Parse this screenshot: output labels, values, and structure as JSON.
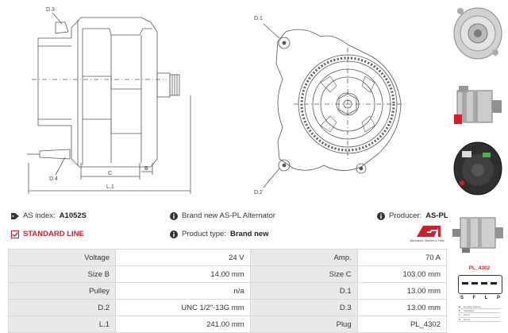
{
  "drawing": {
    "labels": {
      "d3": "D.3",
      "d4": "D.4",
      "c": "C",
      "b": "B",
      "l1": "L.1",
      "d1": "D.1",
      "d2": "D.2"
    }
  },
  "info": {
    "as_index_label": "AS index:",
    "as_index_value": "A1052S",
    "description": "Brand new AS-PL Alternator",
    "producer_label": "Producer:",
    "producer_value": "AS-PL",
    "standard_line": "STANDARD LINE",
    "product_type_label": "Product type:",
    "product_type_value": "Brand new"
  },
  "brand": {
    "logo_text": "AS",
    "tagline": "Alternators, Starters & Parts"
  },
  "specs": [
    {
      "l1": "Voltage",
      "v1": "24 V",
      "l2": "Amp.",
      "v2": "70 A"
    },
    {
      "l1": "Size B",
      "v1": "14.00 mm",
      "l2": "Size C",
      "v2": "103.00 mm"
    },
    {
      "l1": "Pulley",
      "v1": "n/a",
      "l2": "D.1",
      "v2": "13.00 mm"
    },
    {
      "l1": "D.2",
      "v1": "UNC 1/2\"-13G mm",
      "l2": "D.3",
      "v2": "13.00 mm"
    },
    {
      "l1": "L.1",
      "v1": "241.00 mm",
      "l2": "Plug",
      "v2": "PL_4302"
    }
  ],
  "plug": {
    "code": "PL_4302",
    "pins": [
      "S",
      "F",
      "L",
      "P"
    ],
    "legend": [
      {
        "k": "B",
        "v": "Auxiliary feature"
      },
      {
        "k": "F",
        "v": "Feedback"
      },
      {
        "k": "L",
        "v": "Lamp"
      },
      {
        "k": "S",
        "v": "Sense"
      }
    ]
  },
  "colors": {
    "accent": "#d0202a",
    "label_bg": "#e9e9e9",
    "border": "#d8d8d8"
  }
}
